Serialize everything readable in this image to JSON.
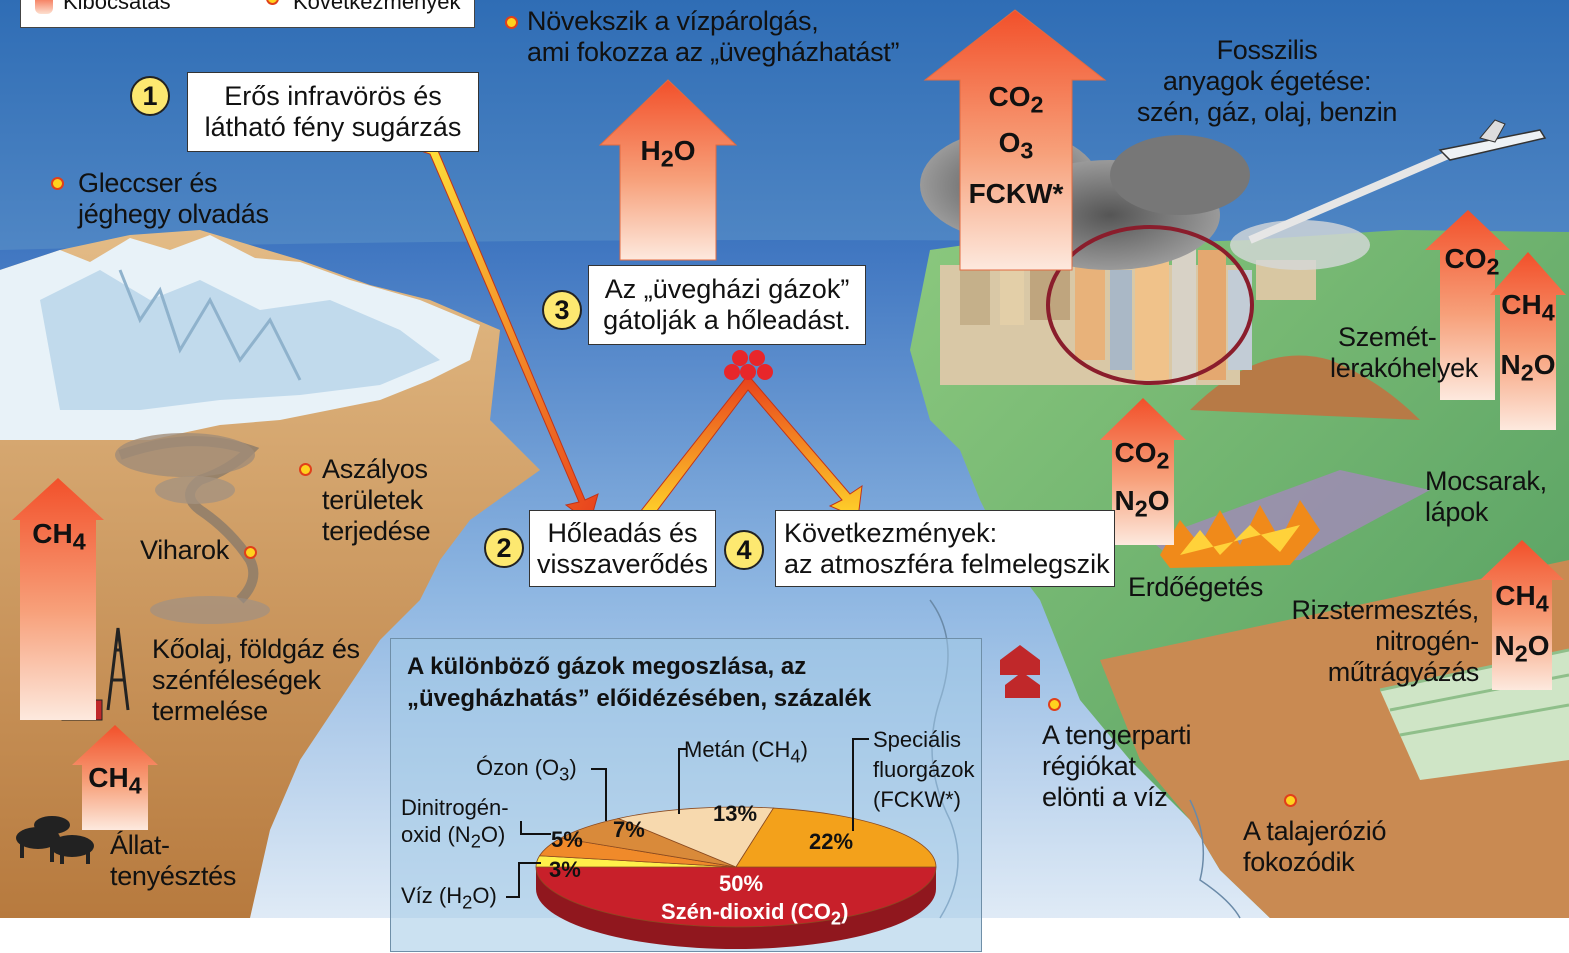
{
  "legend": {
    "emission": "Kibocsátás",
    "consequences": "Következmények"
  },
  "steps": [
    {
      "number": "1",
      "text_lines": [
        "Erős infravörös és",
        "látható fény sugárzás"
      ]
    },
    {
      "number": "2",
      "text_lines": [
        "Hőleadás és",
        "visszaverődés"
      ]
    },
    {
      "number": "3",
      "text_lines": [
        "Az „üvegházi gázok”",
        "gátolják a hőleadást."
      ]
    },
    {
      "number": "4",
      "text_lines": [
        "Következmények:",
        "az atmoszféra felmelegszik"
      ]
    }
  ],
  "consequences": {
    "water_vapor": [
      "Növekszik a vízpárolgás,",
      "ami fokozza az „üvegházhatást”"
    ],
    "glacier": [
      "Gleccser és",
      "jéghegy olvadás"
    ],
    "drought": [
      "Aszályos",
      "területek",
      "terjedése"
    ],
    "storms": "Viharok",
    "coast": [
      "A tengerparti",
      "régiókat",
      "elönti a víz"
    ],
    "erosion": [
      "A talajerózió",
      "fokozódik"
    ]
  },
  "sources": {
    "fossil": [
      "Fosszilis",
      "anyagok égetése:",
      "szén, gáz, olaj, benzin"
    ],
    "landfill": [
      "Szemét-",
      "lerakóhelyek"
    ],
    "swamps": [
      "Mocsarak,",
      "lápok"
    ],
    "forest_burning": "Erdőégetés",
    "rice": [
      "Rizstermesztés,",
      "nitrogén-",
      "műtrágyázás"
    ],
    "oil_gas": [
      "Kőolaj, földgáz és",
      "szénféleségek",
      "termelése"
    ],
    "livestock": [
      "Állat-",
      "tenyésztés"
    ]
  },
  "gas_arrows": {
    "water": [
      {
        "base": "H",
        "sub": "2",
        "tail": "O"
      }
    ],
    "fossil": [
      {
        "base": "CO",
        "sub": "2",
        "tail": ""
      },
      {
        "base": "O",
        "sub": "3",
        "tail": ""
      },
      {
        "base": "FCKW*",
        "sub": "",
        "tail": ""
      }
    ],
    "landfill": [
      {
        "base": "CO",
        "sub": "2",
        "tail": ""
      }
    ],
    "swamps": [
      {
        "base": "CH",
        "sub": "4",
        "tail": ""
      },
      {
        "base": "N",
        "sub": "2",
        "tail": "O"
      }
    ],
    "forest": [
      {
        "base": "CO",
        "sub": "2",
        "tail": ""
      },
      {
        "base": "N",
        "sub": "2",
        "tail": "O"
      }
    ],
    "rice": [
      {
        "base": "CH",
        "sub": "4",
        "tail": ""
      },
      {
        "base": "N",
        "sub": "2",
        "tail": "O"
      }
    ],
    "oil": [
      {
        "base": "CH",
        "sub": "4",
        "tail": ""
      }
    ],
    "livestock": [
      {
        "base": "CH",
        "sub": "4",
        "tail": ""
      }
    ]
  },
  "chart_data": {
    "type": "pie",
    "title": "A különböző gázok megoszlása, az „üvegházhatás” előidézésében, százalék",
    "slices": [
      {
        "label": "Szén-dioxid (CO2)",
        "label_base": "Szén-dioxid (CO",
        "label_sub": "2",
        "label_tail": ")",
        "value": 50,
        "value_label": "50%",
        "color": "#c8202a"
      },
      {
        "label": "Speciális fluorgázok (FCKW*)",
        "label_lines": [
          "Speciális",
          "fluorgázok",
          "(FCKW*)"
        ],
        "value": 22,
        "value_label": "22%",
        "color": "#f3a11b"
      },
      {
        "label": "Metán (CH4)",
        "label_base": "Metán (CH",
        "label_sub": "4",
        "label_tail": ")",
        "value": 13,
        "value_label": "13%",
        "color": "#f7d9ae"
      },
      {
        "label": "Ózon (O3)",
        "label_base": "Ózon (O",
        "label_sub": "3",
        "label_tail": ")",
        "value": 7,
        "value_label": "7%",
        "color": "#d98a3a"
      },
      {
        "label": "Dinitrogén-oxid (N2O)",
        "label_line1": "Dinitrogén-",
        "label_base": "oxid (N",
        "label_sub": "2",
        "label_tail": "O)",
        "value": 5,
        "value_label": "5%",
        "color": "#f08a2a"
      },
      {
        "label": "Víz (H2O)",
        "label_base": "Víz (H",
        "label_sub": "2",
        "label_tail": "O)",
        "value": 3,
        "value_label": "3%",
        "color": "#fff04a"
      }
    ]
  },
  "colors": {
    "sky": "#4f86c6",
    "sea": "#5d93cc",
    "land_left": "#d9a86a",
    "land_right": "#6cb37a",
    "arrow_top": "#f26a3a",
    "arrow_bottom": "#fbe3d6",
    "dot_fill": "#ffd21e",
    "dot_ring": "#e0401a",
    "city_ring": "#8a1d2c"
  }
}
